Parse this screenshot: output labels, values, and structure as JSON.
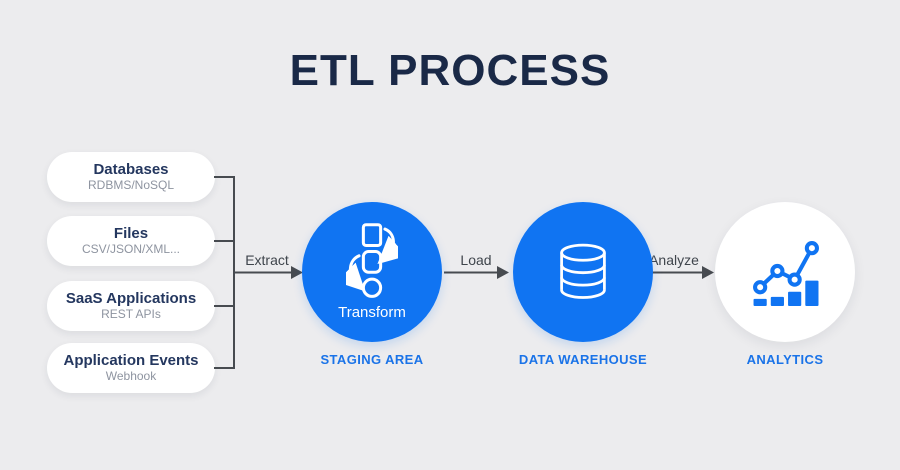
{
  "title": "ETL PROCESS",
  "colors": {
    "background": "#ececee",
    "circle_blue": "#1074f2",
    "label_blue": "#1a73e8",
    "title_navy": "#1a2947",
    "pill_title_navy": "#24375f",
    "pill_subtitle_gray": "#8e94a0",
    "connector_gray": "#474b50"
  },
  "sources": [
    {
      "name": "Databases",
      "detail": "RDBMS/NoSQL"
    },
    {
      "name": "Files",
      "detail": "CSV/JSON/XML..."
    },
    {
      "name": "SaaS Applications",
      "detail": "REST APIs"
    },
    {
      "name": "Application Events",
      "detail": "Webhook"
    }
  ],
  "arrows": {
    "extract": "Extract",
    "load": "Load",
    "analyze": "Analyze"
  },
  "stages": [
    {
      "icon": "transform-icon",
      "circle_text": "Transform",
      "label": "STAGING AREA"
    },
    {
      "icon": "database-icon",
      "circle_text": "",
      "label": "DATA WAREHOUSE"
    },
    {
      "icon": "bar-line-chart-icon",
      "circle_text": "",
      "label": "ANALYTICS"
    }
  ]
}
